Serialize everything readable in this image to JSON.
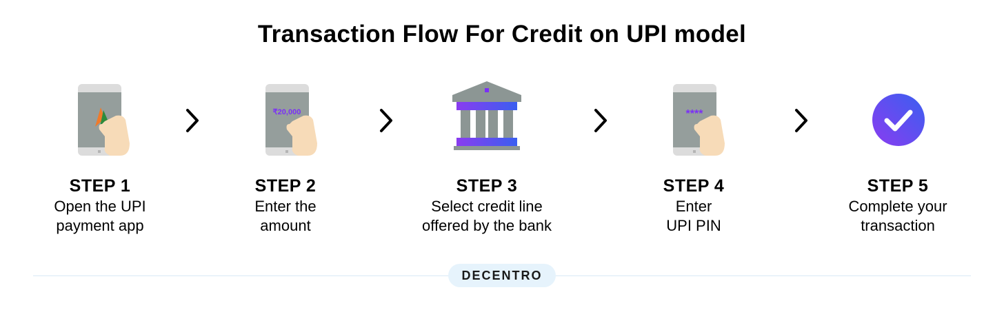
{
  "title": "Transaction Flow For Credit on UPI model",
  "steps": [
    {
      "label": "STEP 1",
      "desc": "Open the UPI\npayment app",
      "icon": "phone-upi-logo-icon"
    },
    {
      "label": "STEP 2",
      "desc": "Enter the\namount",
      "icon": "phone-amount-icon",
      "screen_text": "₹20,000"
    },
    {
      "label": "STEP 3",
      "desc": "Select credit line\noffered by the bank",
      "icon": "bank-icon"
    },
    {
      "label": "STEP 4",
      "desc": "Enter\nUPI PIN",
      "icon": "phone-pin-icon",
      "screen_text": "****"
    },
    {
      "label": "STEP 5",
      "desc": "Complete your\ntransaction",
      "icon": "check-circle-icon"
    }
  ],
  "brand": "DECENTRO",
  "colors": {
    "phone_body": "#959e9c",
    "phone_frame": "#dcdcdc",
    "hand": "#f7dbb8",
    "purple": "#8a3cf0",
    "blue": "#3a5ff0",
    "bank_gray": "#8c9694"
  }
}
